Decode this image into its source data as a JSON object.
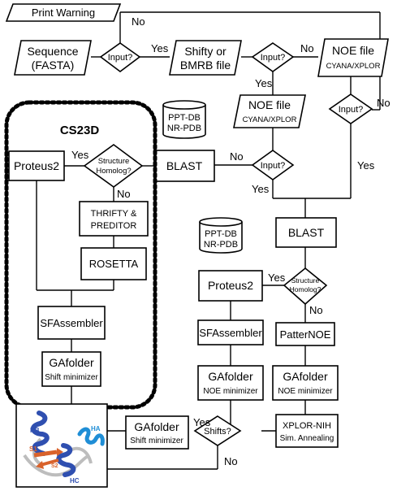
{
  "print_warning": "Print Warning",
  "sequence": {
    "line1": "Sequence",
    "line2": "(FASTA)"
  },
  "input_q1": "Input?",
  "shifty": {
    "line1": "Shifty or",
    "line2": "BMRB file"
  },
  "input_q2": "Input?",
  "noe_top": {
    "line1": "NOE file",
    "line2": "CYANA/XPLOR"
  },
  "noe_mid": {
    "line1": "NOE file",
    "line2": "CYANA/XPLOR"
  },
  "input_q3": "Input?",
  "input_q4": "Input?",
  "db1": {
    "line1": "PPT-DB",
    "line2": "NR-PDB"
  },
  "db2": {
    "line1": "PPT-DB",
    "line2": "NR-PDB"
  },
  "blast1": "BLAST",
  "blast2": "BLAST",
  "cs23d_title": "CS23D",
  "proteus_left": "Proteus2",
  "proteus_right": "Proteus2",
  "homolog_left": {
    "line1": "Structure",
    "line2": "Homolog?"
  },
  "homolog_right": {
    "line1": "Structure",
    "line2": "Homolog?"
  },
  "thrifty": {
    "line1": "THRIFTY &",
    "line2": "PREDITOR"
  },
  "rosetta": "ROSETTA",
  "sfa_left": "SFAssembler",
  "sfa_right": "SFAssembler",
  "gaf_left": {
    "line1": "GAfolder",
    "line2": "Shift minimizer"
  },
  "gaf_noe_mid": {
    "line1": "GAfolder",
    "line2": "NOE minimizer"
  },
  "gaf_noe_right": {
    "line1": "GAfolder",
    "line2": "NOE minimizer"
  },
  "gaf_bottom": {
    "line1": "GAfolder",
    "line2": "Shift minimizer"
  },
  "patternoe": "PatterNOE",
  "shifts_q": "Shifts?",
  "xplor": {
    "line1": "XPLOR-NIH",
    "line2": "Sim. Annealing"
  },
  "protein_labels": {
    "hb": "HB",
    "ha": "HA",
    "s1": "S1",
    "s2": "S2",
    "hc": "HC"
  },
  "edge_labels": {
    "no_print": "No",
    "yes_q1": "Yes",
    "no_q2": "No",
    "yes_q2": "Yes",
    "no_q4": "No",
    "yes_q4": "Yes",
    "yes_homolog_left": "Yes",
    "no_homolog_left": "No",
    "no_q3": "No",
    "yes_q3": "Yes",
    "yes_homolog_right": "Yes",
    "no_homolog_right": "No",
    "yes_shifts": "Yes",
    "no_shifts": "No"
  },
  "colors": {
    "helix_blue": "#2f4fb0",
    "helix_light": "#1f8ed6",
    "strand_orange": "#d9622b",
    "coil_gray": "#bdbdbd"
  }
}
